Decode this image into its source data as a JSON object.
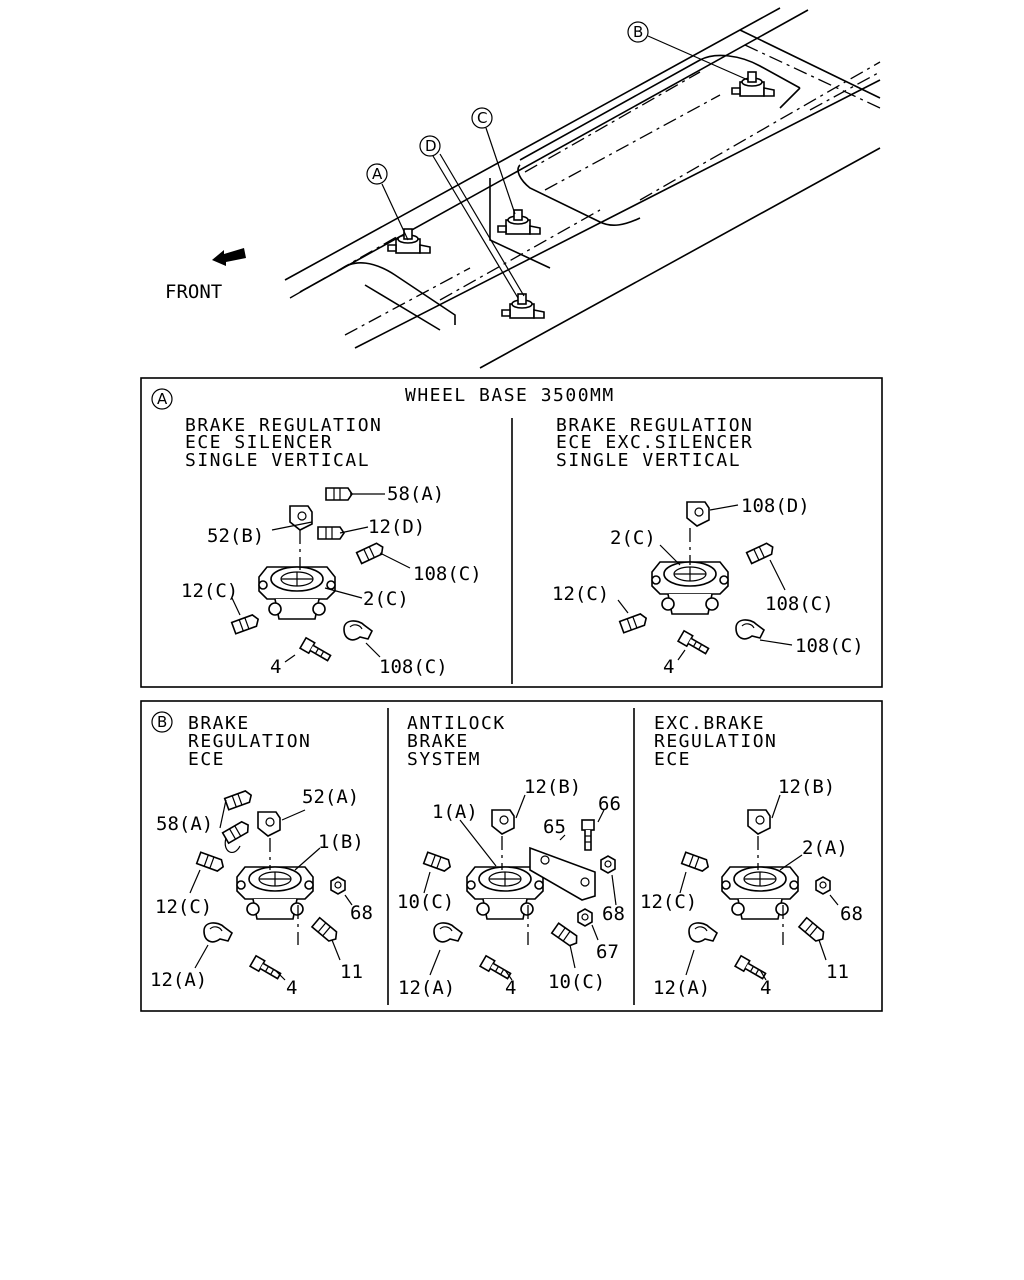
{
  "overview": {
    "front_label": "FRONT",
    "callouts": [
      "A",
      "B",
      "C",
      "D"
    ]
  },
  "panel_a": {
    "letter": "A",
    "title": "WHEEL BASE 3500MM",
    "left": {
      "lines": [
        "BRAKE REGULATION",
        "ECE SILENCER",
        "SINGLE VERTICAL"
      ],
      "labels": [
        "58(A)",
        "52(B)",
        "12(D)",
        "108(C)",
        "12(C)",
        "2(C)",
        "4",
        "108(C)"
      ]
    },
    "right": {
      "lines": [
        "BRAKE REGULATION",
        "ECE EXC.SILENCER",
        "SINGLE VERTICAL"
      ],
      "labels": [
        "108(D)",
        "2(C)",
        "12(C)",
        "108(C)",
        "4",
        "108(C)"
      ]
    }
  },
  "panel_b": {
    "letter": "B",
    "col1": {
      "lines": [
        "BRAKE",
        "REGULATION",
        "ECE"
      ],
      "labels": [
        "58(A)",
        "52(A)",
        "1(B)",
        "12(C)",
        "68",
        "12(A)",
        "11",
        "4"
      ]
    },
    "col2": {
      "lines": [
        "ANTILOCK",
        "BRAKE",
        "SYSTEM"
      ],
      "labels": [
        "12(B)",
        "66",
        "1(A)",
        "65",
        "10(C)",
        "68",
        "67",
        "12(A)",
        "4",
        "10(C)"
      ]
    },
    "col3": {
      "lines": [
        "EXC.BRAKE",
        "REGULATION",
        "ECE"
      ],
      "labels": [
        "12(B)",
        "2(A)",
        "12(C)",
        "68",
        "12(A)",
        "11",
        "4"
      ]
    }
  }
}
